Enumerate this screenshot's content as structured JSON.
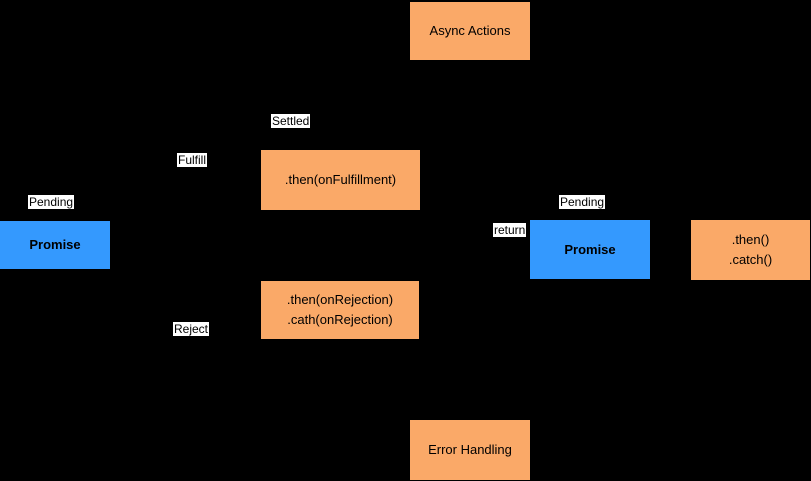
{
  "diagram": {
    "background": "#000000",
    "colors": {
      "node_orange": "#FAA968",
      "node_blue": "#3499FE",
      "node_text": "#000000",
      "edge_label_bg": "#FFFFFF",
      "edge_label_text": "#000000"
    },
    "nodes": {
      "async_actions": {
        "label": "Async Actions"
      },
      "promise_left": {
        "label": "Promise"
      },
      "then_fulfillment": {
        "label": ".then(onFulfillment)"
      },
      "then_rejection": {
        "line1": ".then(onRejection)",
        "line2": ".cath(onRejection)"
      },
      "promise_right": {
        "label": "Promise"
      },
      "then_catch": {
        "line1": ".then()",
        "line2": ".catch()"
      },
      "error_handling": {
        "label": "Error Handling"
      }
    },
    "edge_labels": {
      "pending_left": "Pending",
      "fulfill": "Fulfill",
      "settled": "Settled",
      "reject": "Reject",
      "return_keyword": "return",
      "pending_right": "Pending"
    }
  }
}
